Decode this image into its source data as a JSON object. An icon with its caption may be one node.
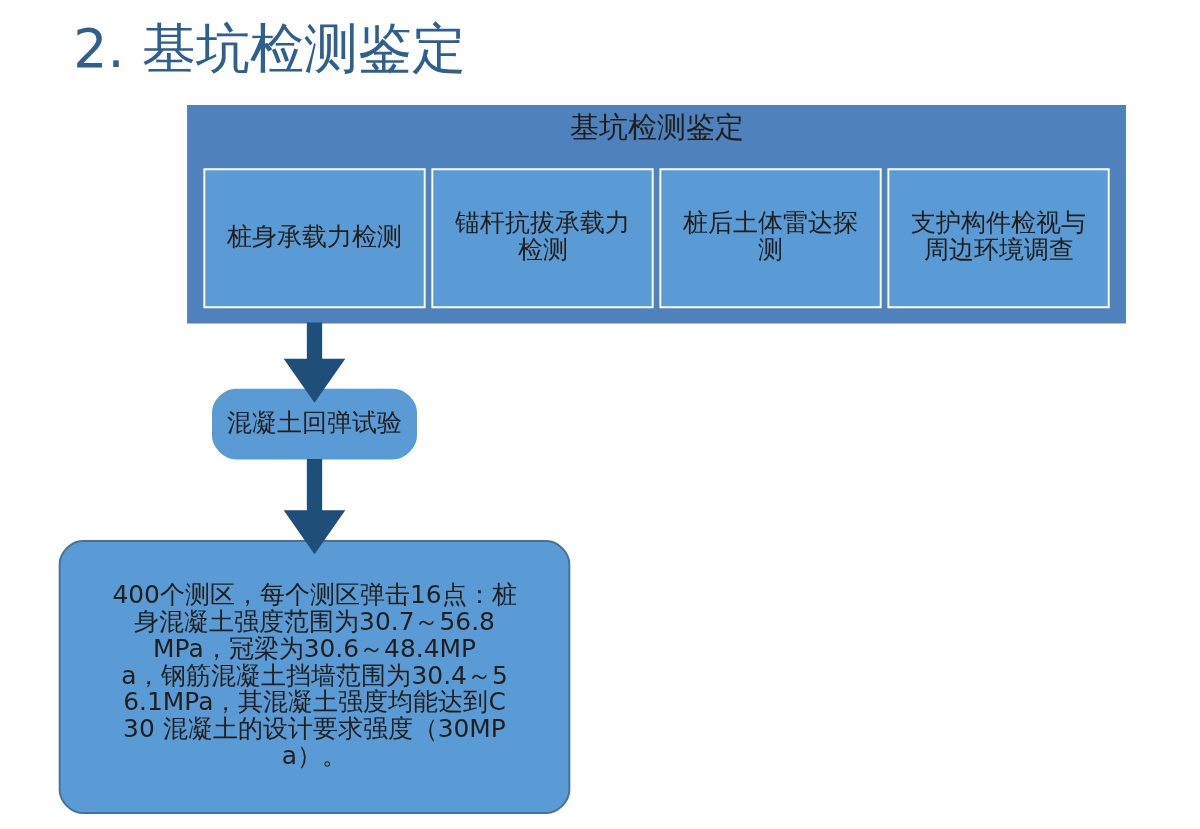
{
  "diagram": {
    "title": "2. 基坑检测鉴定",
    "nodes": [
      {
        "text": [
          "基坑检测鉴定"
        ]
      },
      {
        "text": [
          "桩身承载力检测"
        ],
        "in": 0
      },
      {
        "text": [
          "锚杆抗拔承载力检测"
        ],
        "in": 0
      },
      {
        "text": [
          "桩后土体雷达探测"
        ],
        "in": 0
      },
      {
        "text": [
          "支护构件检视与周边环境调查"
        ],
        "in": 0
      },
      {
        "text": [
          "混凝土回弹试验"
        ]
      },
      {
        "text": [
          "400个测区，每个测区弹击16点：桩身混凝土强度范围为30.7～56.8MPa，冠梁为30.6～48.4MPa，钢筋混凝土挡墙范围为30.4～56.1MPa，其混凝土强度均能达到C30 混凝土的设计要求强度（30MPa）。"
        ]
      }
    ],
    "edges": [
      {
        "from": 0,
        "to": 5,
        "arrow": "to"
      },
      {
        "from": 5,
        "to": 6,
        "arrow": "to"
      }
    ]
  }
}
